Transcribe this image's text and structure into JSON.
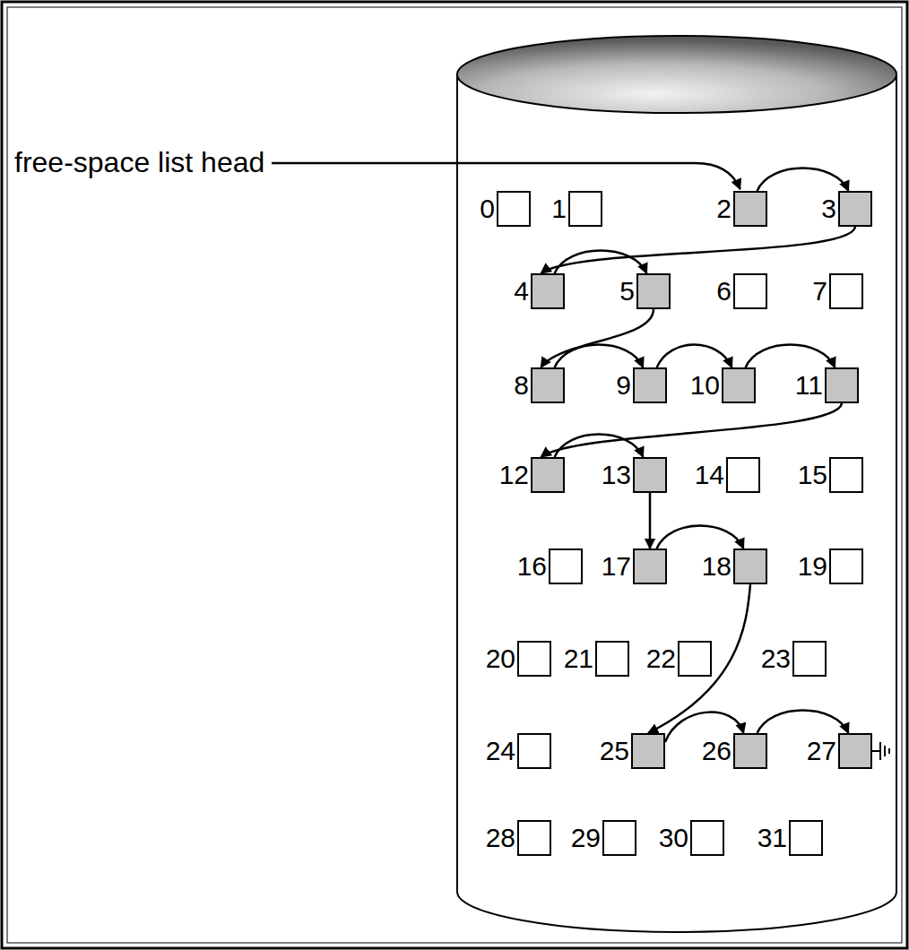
{
  "diagram": {
    "nodes": [
      {
        "text": [
          "0"
        ]
      },
      {
        "text": [
          "1"
        ]
      },
      {
        "text": [
          "2"
        ]
      },
      {
        "text": [
          "3"
        ]
      },
      {
        "text": [
          "4"
        ]
      },
      {
        "text": [
          "5"
        ]
      },
      {
        "text": [
          "6"
        ]
      },
      {
        "text": [
          "7"
        ]
      },
      {
        "text": [
          "8"
        ]
      },
      {
        "text": [
          "9"
        ]
      },
      {
        "text": [
          "10"
        ]
      },
      {
        "text": [
          "11"
        ]
      },
      {
        "text": [
          "12"
        ]
      },
      {
        "text": [
          "13"
        ]
      },
      {
        "text": [
          "14"
        ]
      },
      {
        "text": [
          "15"
        ]
      },
      {
        "text": [
          "16"
        ]
      },
      {
        "text": [
          "17"
        ]
      },
      {
        "text": [
          "18"
        ]
      },
      {
        "text": [
          "19"
        ]
      },
      {
        "text": [
          "20"
        ]
      },
      {
        "text": [
          "21"
        ]
      },
      {
        "text": [
          "22"
        ]
      },
      {
        "text": [
          "23"
        ]
      },
      {
        "text": [
          "24"
        ]
      },
      {
        "text": [
          "25"
        ]
      },
      {
        "text": [
          "26"
        ]
      },
      {
        "text": [
          "27"
        ]
      },
      {
        "text": [
          "28"
        ]
      },
      {
        "text": [
          "29"
        ]
      },
      {
        "text": [
          "30"
        ]
      },
      {
        "text": [
          "31"
        ]
      }
    ],
    "edges": [
      {
        "from": 2,
        "to": 3,
        "arrow": "to"
      },
      {
        "from": 3,
        "to": 4,
        "arrow": "to"
      },
      {
        "from": 4,
        "to": 5,
        "arrow": "to"
      },
      {
        "from": 5,
        "to": 8,
        "arrow": "to"
      },
      {
        "from": 8,
        "to": 9,
        "arrow": "to"
      },
      {
        "from": 9,
        "to": 10,
        "arrow": "to"
      },
      {
        "from": 10,
        "to": 11,
        "arrow": "to"
      },
      {
        "from": 11,
        "to": 12,
        "arrow": "to"
      },
      {
        "from": 12,
        "to": 13,
        "arrow": "to"
      },
      {
        "from": 13,
        "to": 17,
        "arrow": "to"
      },
      {
        "from": 17,
        "to": 18,
        "arrow": "to"
      },
      {
        "from": 18,
        "to": 25,
        "arrow": "to"
      },
      {
        "from": 25,
        "to": 26,
        "arrow": "to"
      },
      {
        "from": 26,
        "to": 27,
        "arrow": "to"
      }
    ],
    "labels": [
      "free-space list head"
    ]
  }
}
